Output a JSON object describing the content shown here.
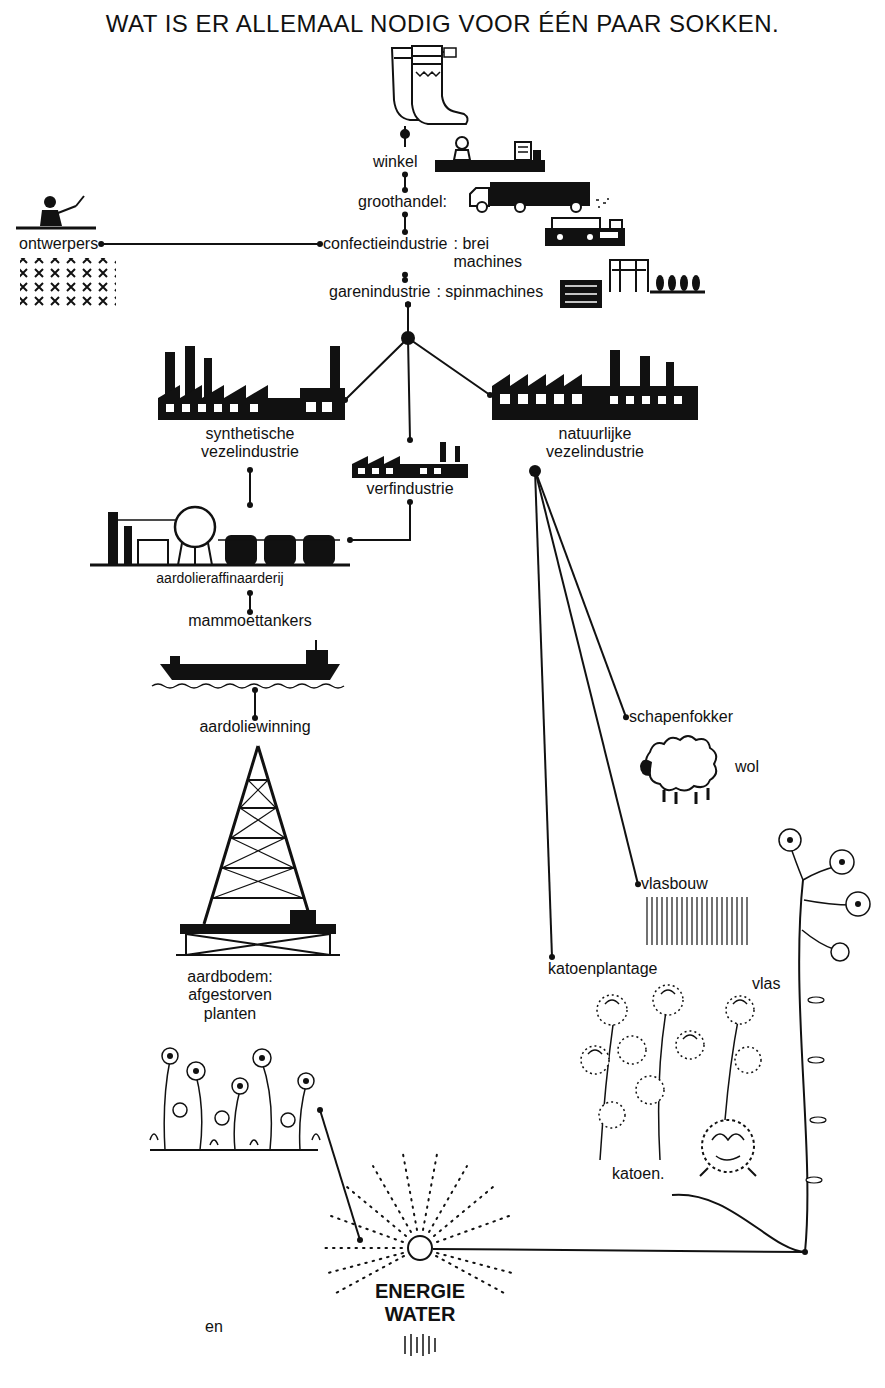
{
  "diagram": {
    "title": "WAT IS ER ALLEMAAL NODIG VOOR ÉÉN PAAR SOKKEN.",
    "nodes": [
      {
        "text": [
          "winkel"
        ]
      },
      {
        "text": [
          "groothandel:"
        ]
      },
      {
        "text": [
          "ontwerpers"
        ]
      },
      {
        "text": [
          "confectieindustrie",
          ": brei machines"
        ]
      },
      {
        "text": [
          "garenindustrie",
          ": spinmachines"
        ]
      },
      {
        "text": [
          "synthetische vezelindustrie"
        ]
      },
      {
        "text": [
          "verfindustrie"
        ]
      },
      {
        "text": [
          "natuurlijke vezelindustrie"
        ]
      },
      {
        "text": [
          "aardolieraffinaarderij"
        ]
      },
      {
        "text": [
          "mammoettankers"
        ]
      },
      {
        "text": [
          "aardoliewinning"
        ]
      },
      {
        "text": [
          "aardbodem: afgestorven planten"
        ]
      },
      {
        "text": [
          "schapenfokker"
        ]
      },
      {
        "text": [
          "vlasbouw"
        ]
      },
      {
        "text": [
          "katoenplantage"
        ]
      },
      {
        "text": [
          "ENERGIE WATER"
        ]
      }
    ],
    "edges": [
      {
        "from": 1,
        "to": 0,
        "arrow": "none"
      },
      {
        "from": 3,
        "to": 1,
        "arrow": "none"
      },
      {
        "from": 2,
        "to": 3,
        "arrow": "none"
      },
      {
        "from": 4,
        "to": 3,
        "arrow": "none"
      },
      {
        "from": 5,
        "to": 4,
        "arrow": "none"
      },
      {
        "from": 6,
        "to": 4,
        "arrow": "none"
      },
      {
        "from": 7,
        "to": 4,
        "arrow": "none"
      },
      {
        "from": 8,
        "to": 5,
        "arrow": "none"
      },
      {
        "from": 8,
        "to": 6,
        "arrow": "none"
      },
      {
        "from": 9,
        "to": 8,
        "arrow": "none"
      },
      {
        "from": 10,
        "to": 9,
        "arrow": "none"
      },
      {
        "from": 12,
        "to": 7,
        "arrow": "none"
      },
      {
        "from": 13,
        "to": 7,
        "arrow": "none"
      },
      {
        "from": 14,
        "to": 7,
        "arrow": "none"
      },
      {
        "from": 15,
        "to": 11,
        "arrow": "none"
      }
    ],
    "labels": [
      "wol",
      "vlas",
      "katoen.",
      "en"
    ]
  }
}
